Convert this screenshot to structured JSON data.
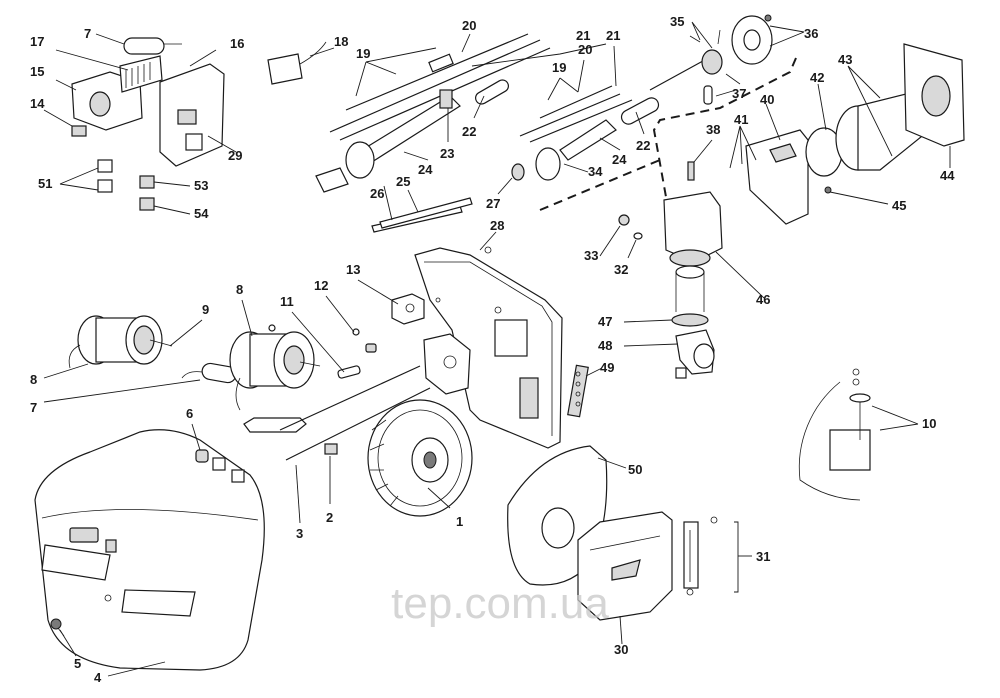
{
  "watermark": "tep.com.ua",
  "callouts": [
    {
      "id": "c1",
      "text": "1"
    },
    {
      "id": "c2",
      "text": "2"
    },
    {
      "id": "c3",
      "text": "3"
    },
    {
      "id": "c4",
      "text": "4"
    },
    {
      "id": "c5",
      "text": "5"
    },
    {
      "id": "c6",
      "text": "6"
    },
    {
      "id": "c7a",
      "text": "7"
    },
    {
      "id": "c7b",
      "text": "7"
    },
    {
      "id": "c8a",
      "text": "8"
    },
    {
      "id": "c8b",
      "text": "8"
    },
    {
      "id": "c9",
      "text": "9"
    },
    {
      "id": "c10",
      "text": "10"
    },
    {
      "id": "c11",
      "text": "11"
    },
    {
      "id": "c12",
      "text": "12"
    },
    {
      "id": "c13",
      "text": "13"
    },
    {
      "id": "c14",
      "text": "14"
    },
    {
      "id": "c15",
      "text": "15"
    },
    {
      "id": "c16",
      "text": "16"
    },
    {
      "id": "c17",
      "text": "17"
    },
    {
      "id": "c18",
      "text": "18"
    },
    {
      "id": "c19a",
      "text": "19"
    },
    {
      "id": "c19b",
      "text": "19"
    },
    {
      "id": "c20a",
      "text": "20"
    },
    {
      "id": "c20b",
      "text": "20"
    },
    {
      "id": "c21a",
      "text": "21"
    },
    {
      "id": "c21b",
      "text": "21"
    },
    {
      "id": "c22a",
      "text": "22"
    },
    {
      "id": "c22b",
      "text": "22"
    },
    {
      "id": "c23",
      "text": "23"
    },
    {
      "id": "c24a",
      "text": "24"
    },
    {
      "id": "c24b",
      "text": "24"
    },
    {
      "id": "c25",
      "text": "25"
    },
    {
      "id": "c26",
      "text": "26"
    },
    {
      "id": "c27",
      "text": "27"
    },
    {
      "id": "c28",
      "text": "28"
    },
    {
      "id": "c29",
      "text": "29"
    },
    {
      "id": "c30",
      "text": "30"
    },
    {
      "id": "c31",
      "text": "31"
    },
    {
      "id": "c32",
      "text": "32"
    },
    {
      "id": "c33",
      "text": "33"
    },
    {
      "id": "c34",
      "text": "34"
    },
    {
      "id": "c35",
      "text": "35"
    },
    {
      "id": "c36",
      "text": "36"
    },
    {
      "id": "c37",
      "text": "37"
    },
    {
      "id": "c38",
      "text": "38"
    },
    {
      "id": "c40",
      "text": "40"
    },
    {
      "id": "c41",
      "text": "41"
    },
    {
      "id": "c42",
      "text": "42"
    },
    {
      "id": "c43",
      "text": "43"
    },
    {
      "id": "c44",
      "text": "44"
    },
    {
      "id": "c45",
      "text": "45"
    },
    {
      "id": "c46",
      "text": "46"
    },
    {
      "id": "c47",
      "text": "47"
    },
    {
      "id": "c48",
      "text": "48"
    },
    {
      "id": "c49",
      "text": "49"
    },
    {
      "id": "c50",
      "text": "50"
    },
    {
      "id": "c51",
      "text": "51"
    },
    {
      "id": "c53",
      "text": "53"
    },
    {
      "id": "c54",
      "text": "54"
    }
  ]
}
